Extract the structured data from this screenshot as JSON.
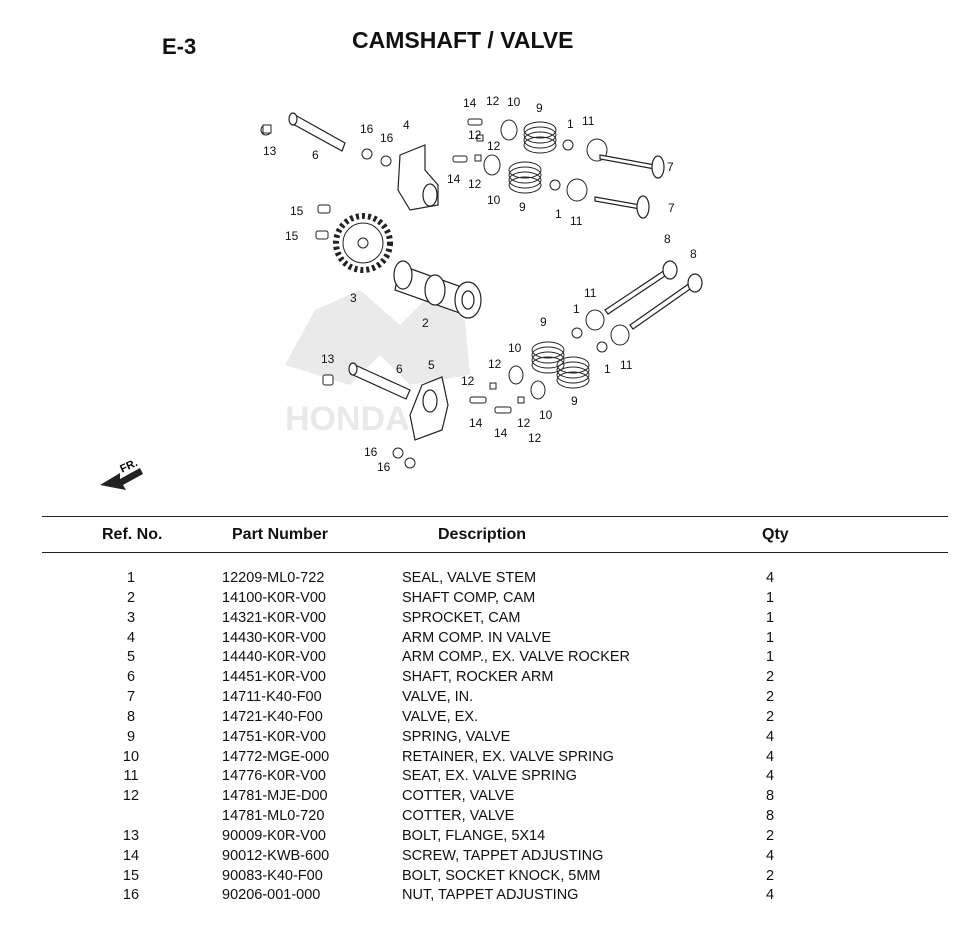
{
  "header": {
    "code": "E-3",
    "title": "CAMSHAFT / VALVE"
  },
  "diagram": {
    "callouts": [
      "1",
      "2",
      "3",
      "4",
      "5",
      "6",
      "7",
      "8",
      "9",
      "10",
      "11",
      "12",
      "13",
      "14",
      "15",
      "16"
    ],
    "watermark_text": "HONDA",
    "direction_label": "FR."
  },
  "table": {
    "headers": {
      "ref": "Ref. No.",
      "part": "Part Number",
      "desc": "Description",
      "qty": "Qty"
    },
    "rows": [
      {
        "ref": "1",
        "part": "12209-ML0-722",
        "desc": "SEAL, VALVE STEM",
        "qty": "4"
      },
      {
        "ref": "2",
        "part": "14100-K0R-V00",
        "desc": "SHAFT COMP, CAM",
        "qty": "1"
      },
      {
        "ref": "3",
        "part": "14321-K0R-V00",
        "desc": "SPROCKET, CAM",
        "qty": "1"
      },
      {
        "ref": "4",
        "part": "14430-K0R-V00",
        "desc": "ARM COMP. IN VALVE",
        "qty": "1"
      },
      {
        "ref": "5",
        "part": "14440-K0R-V00",
        "desc": "ARM COMP., EX. VALVE ROCKER",
        "qty": "1"
      },
      {
        "ref": "6",
        "part": "14451-K0R-V00",
        "desc": "SHAFT, ROCKER ARM",
        "qty": "2"
      },
      {
        "ref": "7",
        "part": "14711-K40-F00",
        "desc": "VALVE, IN.",
        "qty": "2"
      },
      {
        "ref": "8",
        "part": "14721-K40-F00",
        "desc": "VALVE, EX.",
        "qty": "2"
      },
      {
        "ref": "9",
        "part": "14751-K0R-V00",
        "desc": "SPRING, VALVE",
        "qty": "4"
      },
      {
        "ref": "10",
        "part": "14772-MGE-000",
        "desc": "RETAINER, EX. VALVE SPRING",
        "qty": "4"
      },
      {
        "ref": "11",
        "part": "14776-K0R-V00",
        "desc": "SEAT, EX. VALVE SPRING",
        "qty": "4"
      },
      {
        "ref": "12",
        "part": "14781-MJE-D00",
        "desc": "COTTER, VALVE",
        "qty": "8"
      },
      {
        "ref": "",
        "part": "14781-ML0-720",
        "desc": "COTTER, VALVE",
        "qty": "8"
      },
      {
        "ref": "13",
        "part": "90009-K0R-V00",
        "desc": "BOLT, FLANGE, 5X14",
        "qty": "2"
      },
      {
        "ref": "14",
        "part": "90012-KWB-600",
        "desc": "SCREW, TAPPET ADJUSTING",
        "qty": "4"
      },
      {
        "ref": "15",
        "part": "90083-K40-F00",
        "desc": "BOLT, SOCKET KNOCK, 5MM",
        "qty": "2"
      },
      {
        "ref": "16",
        "part": "90206-001-000",
        "desc": "NUT, TAPPET ADJUSTING",
        "qty": "4"
      }
    ]
  }
}
